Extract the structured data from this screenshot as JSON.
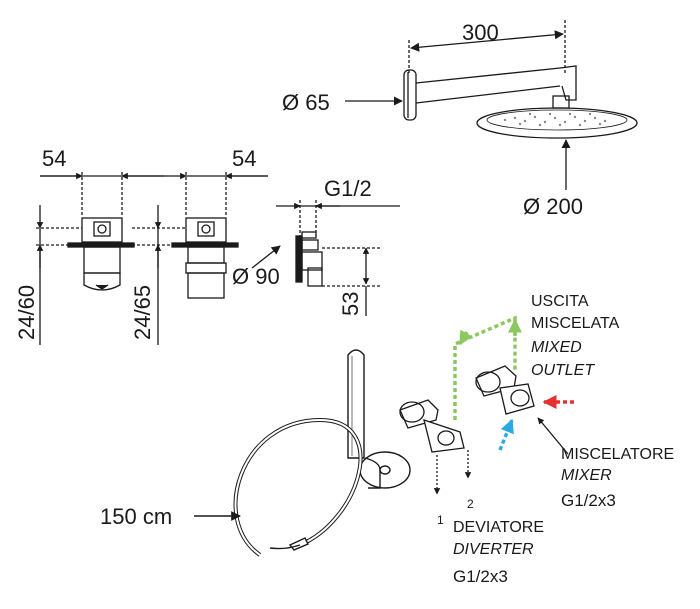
{
  "dimensions": {
    "arm_length": "300",
    "arm_diameter": "Ø 65",
    "head_diameter": "Ø 200",
    "valve_width_left": "54",
    "valve_width_right": "54",
    "depth_left": "24/60",
    "depth_right": "24/65",
    "thread": "G1/2",
    "plate_diameter": "Ø 90",
    "outlet_height": "53",
    "hose_length": "150 cm"
  },
  "labels": {
    "mixed_outlet": {
      "line1": "USCITA",
      "line2": "MISCELATA",
      "line3": "MIXED",
      "line4": "OUTLET"
    },
    "mixer": {
      "it": "MISCELATORE",
      "en": "MIXER",
      "spec": "G1/2x3"
    },
    "diverter": {
      "it": "DEVIATORE",
      "en": "DIVERTER",
      "spec": "G1/2x3",
      "port1": "1",
      "port2": "2"
    }
  },
  "colors": {
    "hot_arrow": "#e53030",
    "cold_arrow": "#2aa8e0",
    "mixed_arrow": "#8cc860",
    "line": "#1a1a1a"
  }
}
